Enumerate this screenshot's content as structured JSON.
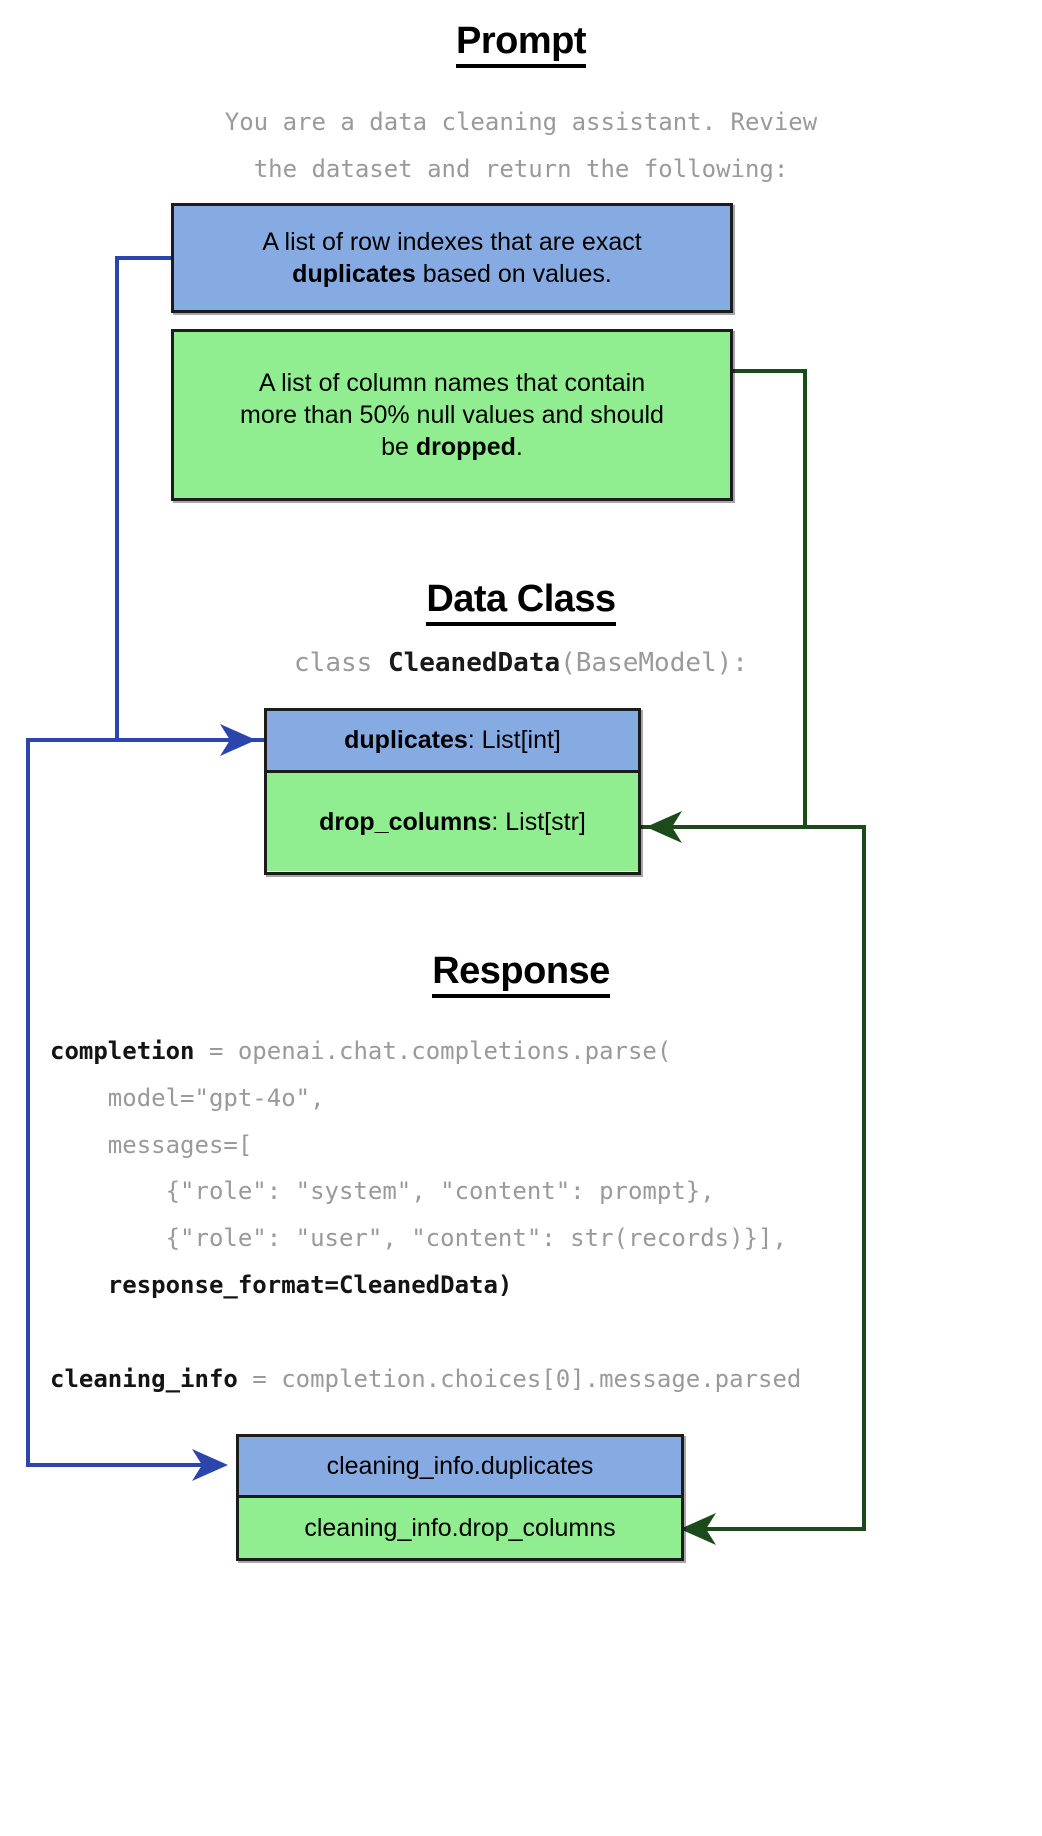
{
  "colors": {
    "blue_fill": "#86aae2",
    "green_fill": "#90ee90",
    "blue_arrow": "#2c45ad",
    "green_arrow": "#1b4a1b",
    "border": "#1c1c1c",
    "code_gray": "#9a9a9a"
  },
  "prompt": {
    "title": "Prompt",
    "intro_line_1": "You are a data cleaning assistant. Review",
    "intro_line_2": "the dataset and return the following:",
    "duplicates_box": {
      "line_1": "A list of row indexes that are exact",
      "bold_word": "duplicates",
      "line_2_tail": " based on values."
    },
    "drop_columns_box": {
      "line_1": "A list of column names that contain",
      "line_2": "more than 50% null values and should",
      "line_3_head": "be ",
      "bold_word": "dropped",
      "line_3_tail": "."
    }
  },
  "data_class": {
    "title": "Data Class",
    "signature_prefix": "class ",
    "signature_name": "CleanedData",
    "signature_suffix": "(BaseModel):",
    "fields": [
      {
        "name": "duplicates",
        "type": ": List[int]",
        "color": "blue"
      },
      {
        "name": "drop_columns",
        "type": ": List[str]",
        "color": "green"
      }
    ]
  },
  "response": {
    "title": "Response",
    "code_lines": [
      {
        "bold": "completion",
        "rest": " = openai.chat.completions.parse("
      },
      {
        "bold": "",
        "rest": "    model=\"gpt-4o\","
      },
      {
        "bold": "",
        "rest": "    messages=["
      },
      {
        "bold": "",
        "rest": "        {\"role\": \"system\", \"content\": prompt},"
      },
      {
        "bold": "",
        "rest": "        {\"role\": \"user\", \"content\": str(records)}],"
      },
      {
        "bold": "    response_format=CleanedData)",
        "rest": ""
      },
      {
        "bold": "",
        "rest": ""
      },
      {
        "bold": "cleaning_info",
        "rest": " = completion.choices[0].message.parsed"
      }
    ],
    "output_rows": [
      {
        "label": "cleaning_info.duplicates",
        "color": "blue"
      },
      {
        "label": "cleaning_info.drop_columns",
        "color": "green"
      }
    ]
  }
}
